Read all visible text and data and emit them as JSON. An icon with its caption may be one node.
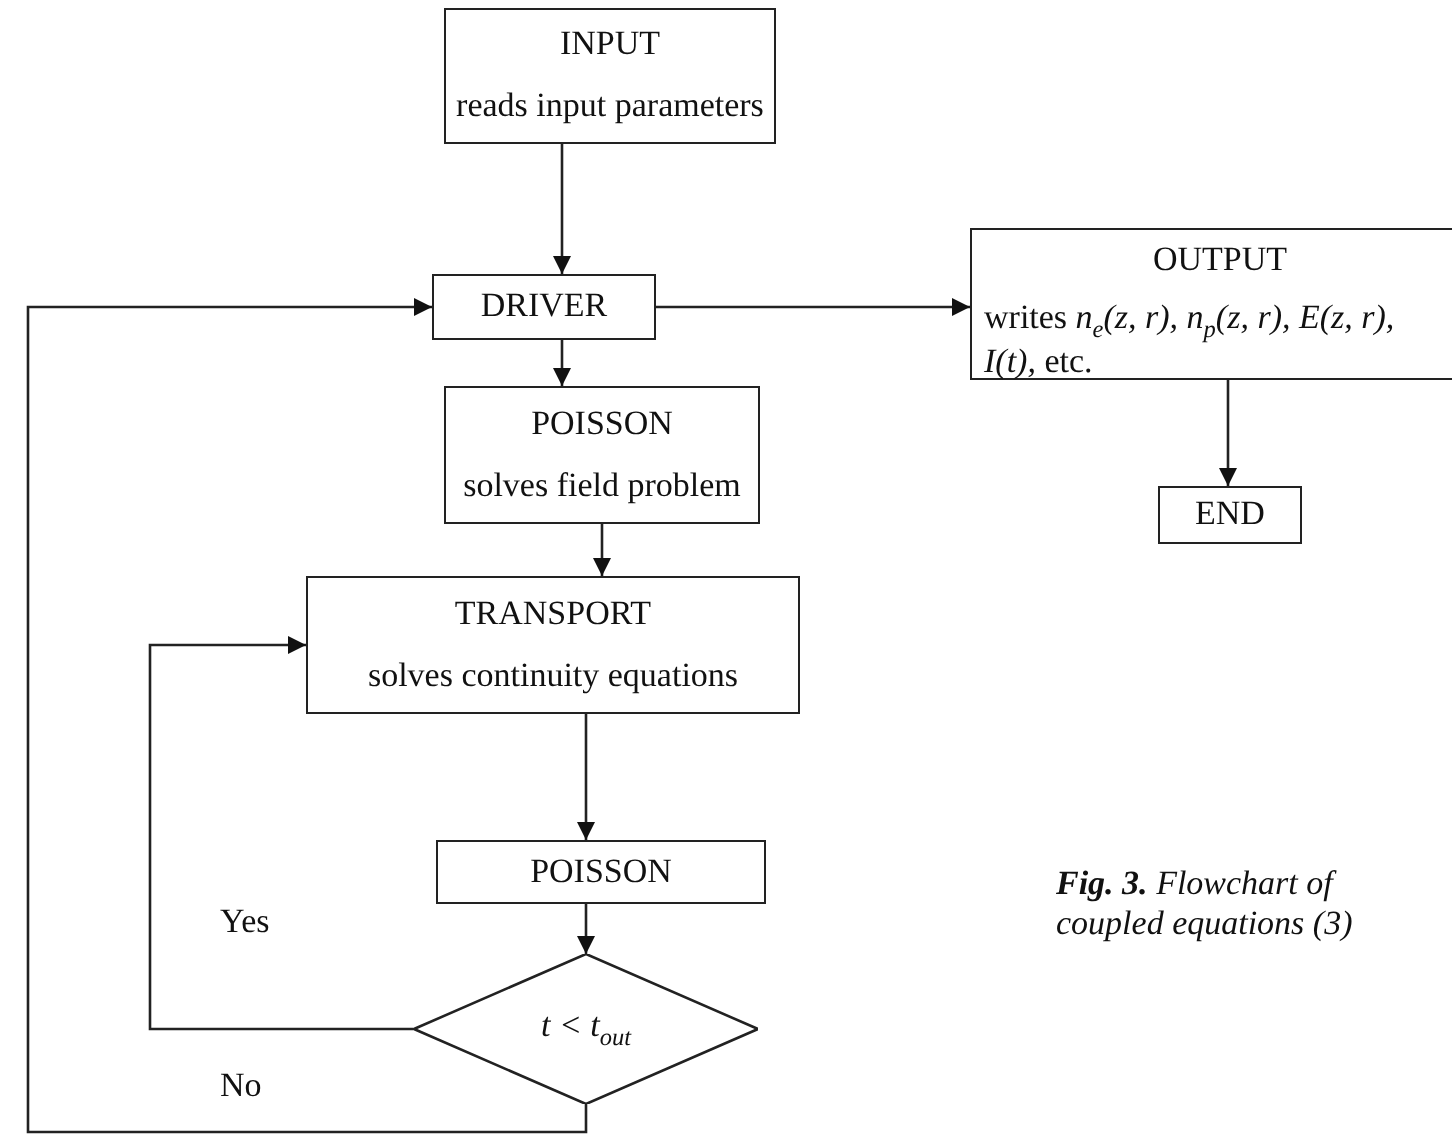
{
  "diagram": {
    "caption": "**Fig. 3.** Flowchart of coupled equations (3)",
    "nodes": [
      {
        "text": [
          "INPUT",
          "reads input parameters"
        ]
      },
      {
        "text": [
          "DRIVER"
        ]
      },
      {
        "text": [
          "OUTPUT",
          "writes *n*$_{e}$*(z, r),* *n*$_{p}$*(z, r),* *E(z, r),* *I(t),* etc."
        ]
      },
      {
        "text": [
          "END"
        ]
      },
      {
        "text": [
          "POISSON",
          "solves field problem"
        ]
      },
      {
        "text": [
          "TRANSPORT",
          "solves continuity equations"
        ]
      },
      {
        "text": [
          "POISSON"
        ]
      },
      {
        "text": [
          "*t* < *t*$_{out}$"
        ]
      }
    ],
    "edges": [
      {
        "from": 0,
        "to": 1,
        "arrow": "to"
      },
      {
        "from": 1,
        "to": 2,
        "arrow": "to"
      },
      {
        "from": 2,
        "to": 3,
        "arrow": "to"
      },
      {
        "from": 1,
        "to": 4,
        "arrow": "to"
      },
      {
        "from": 4,
        "to": 5,
        "arrow": "to"
      },
      {
        "from": 5,
        "to": 6,
        "arrow": "to"
      },
      {
        "from": 6,
        "to": 7,
        "arrow": "to"
      },
      {
        "from": 7,
        "to": 5,
        "label": "Yes",
        "arrow": "to"
      },
      {
        "from": 7,
        "to": 1,
        "label": "No",
        "arrow": "to"
      }
    ]
  }
}
